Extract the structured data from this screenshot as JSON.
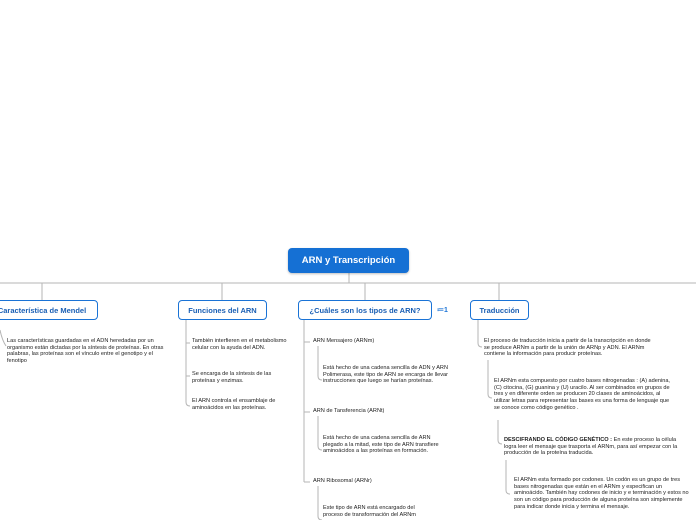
{
  "root": {
    "label": "ARN y Transcripción"
  },
  "topics": [
    {
      "label": "Característica de Mendel"
    },
    {
      "label": "Funciones del ARN"
    },
    {
      "label": "¿Cuáles son los tipos de ARN?"
    },
    {
      "label": "Traducción"
    }
  ],
  "mendel": {
    "text": "Las características guardadas en el ADN heredadas por un organismo están dictadas por la síntesis de proteínas. En otras palabras, las proteínas son el vínculo entre el genotipo y el fenotipo"
  },
  "funciones": [
    "También interfieren en el metabolismo celular con la ayuda del ADN.",
    "Se encarga de la síntesis de las proteínas y enzimas.",
    "El ARN controla el ensamblaje de aminoácidos en las proteínas."
  ],
  "tipos": {
    "badge": "≔1",
    "items": [
      {
        "title": "ARN Mensajero (ARNm)",
        "desc": "Está hecho de una cadena sencilla de ADN y ARN Polimerasa, este tipo de ARN se encarga de llevar instrucciones que luego se harían proteínas."
      },
      {
        "title": "ARN de Tansferencia (ARNt)",
        "desc": "Está hecho de una cadena sencilla de ARN plegado a la mitad, este tipo de ARN transfiere aminoácidos a las proteínas en formación."
      },
      {
        "title": "ARN Ribosomal (ARNr)",
        "desc": "Este tipo de ARN está encargado del proceso de transformación del ARNm"
      }
    ]
  },
  "traduccion": {
    "p1": "El proceso de traducción inicia a partir de la transcripción en donde se produce ARNm a partir de la unión de ARNp y ADN. El ARNm contiene la información para producir proteínas.",
    "p2": "El ARNm esta compuesto por cuatro bases nitrogenadas : (A) adenina,(C) citocina, (G) guanina y (U) uracilo. Al ser combinados en grupos de tres y en diferente orden se producen 20 clases de aminoácidos, al utilizar letras para representar las bases es una forma de lenguaje que se conoce como código genético .",
    "p3_bold": "DESCIFRANDO EL CÓDIGO GENÉTICO :",
    "p3": " En este proceso la célula logra leer el mensaje que trasporta el ARNm, para así empezar con la producción de la proteína traducida.",
    "p4": "El ARNm esta formado por codones. Un codón es un grupo de tres bases nitrogenadas que están en el ARNm y especifican un aminoácido. También hay codones de inicio y e terminación y estos no son un código para producción de alguna proteína son simplemente para indicar donde inicia y termina el mensaje."
  }
}
